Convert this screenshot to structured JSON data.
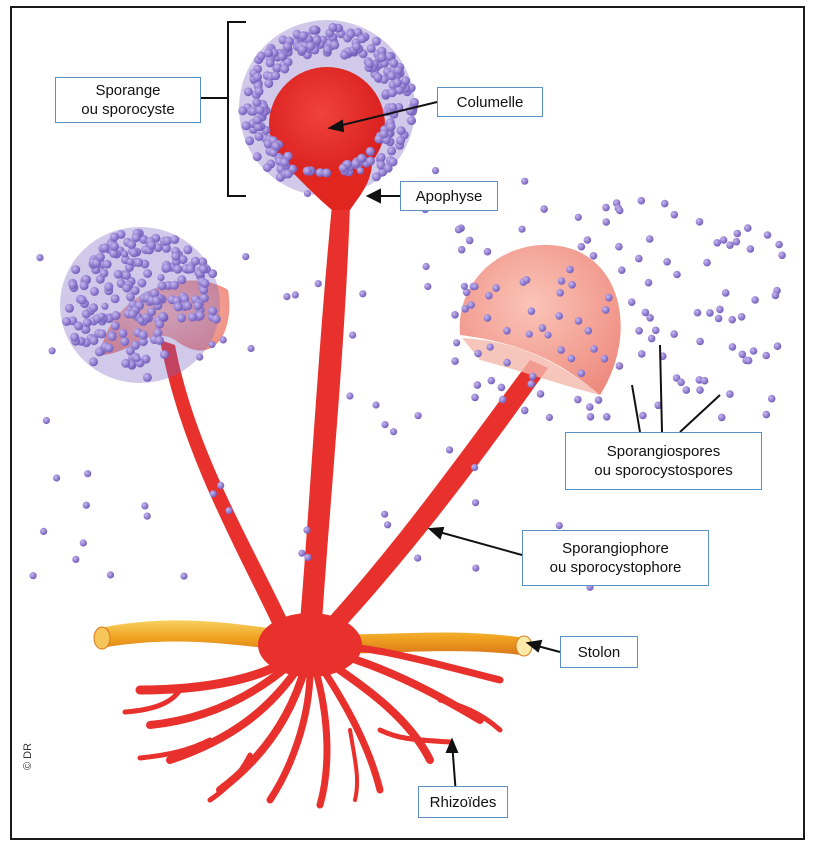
{
  "labels": {
    "sporange": "Sporange\nou sporocyste",
    "columelle": "Columelle",
    "apophyse": "Apophyse",
    "sporangiospores": "Sporangiospores\nou sporocystospores",
    "sporangiophore": "Sporangiophore\nou sporocystophore",
    "stolon": "Stolon",
    "rhizoides": "Rhizoïdes"
  },
  "credit": "© DR",
  "colors": {
    "hypha": "#e8302c",
    "hypha_light": "#f26b5e",
    "sporangium_pink": "#f6a49a",
    "spore": "#8d7ad0",
    "spore_dark": "#5c4aa6",
    "stolon": "#f0a321",
    "label_border": "#5b8fc7"
  }
}
